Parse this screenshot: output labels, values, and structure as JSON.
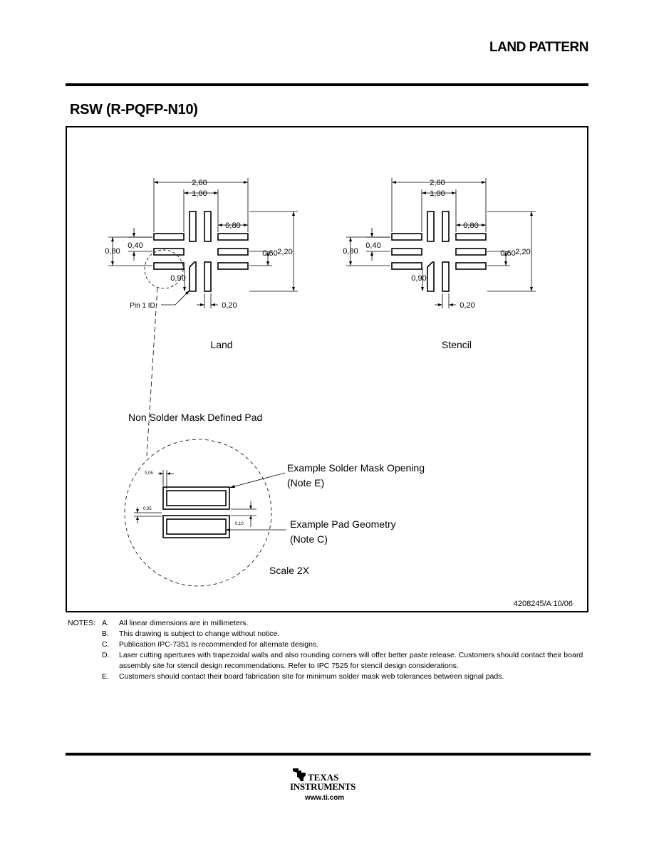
{
  "header": {
    "title": "LAND PATTERN"
  },
  "package": {
    "title": "RSW (R-PQFP-N10)"
  },
  "land": {
    "caption": "Land",
    "dim_overall_width": "2,60",
    "dim_inner_width": "1,00",
    "dim_pad_length": "0,80",
    "dim_pitch_left": "0,80",
    "dim_pitch_small": "0,40",
    "dim_right_pitch": "0,60",
    "dim_overall_height": "2,20",
    "dim_corner": "0,90",
    "dim_pad_width": "0,20",
    "pin1_label": "Pin 1 ID"
  },
  "stencil": {
    "caption": "Stencil",
    "dim_overall_width": "2,60",
    "dim_inner_width": "1,00",
    "dim_pad_length": "0,80",
    "dim_pitch_left": "0,80",
    "dim_pitch_small": "0,40",
    "dim_right_pitch": "0,60",
    "dim_overall_height": "2,20",
    "dim_corner": "0,90",
    "dim_pad_width": "0,20"
  },
  "detail": {
    "title": "Non Solder Mask Defined Pad",
    "mask_label_1": "Example Solder Mask Opening",
    "mask_label_2": "(Note E)",
    "pad_label_1": "Example Pad Geometry",
    "pad_label_2": "(Note C)",
    "scale": "Scale 2X",
    "dim_a": "0,05",
    "dim_b": "0,05",
    "dim_c": "0,10"
  },
  "drawing_number": "4208245/A 10/06",
  "notes": {
    "heading": "NOTES:",
    "items": [
      {
        "letter": "A.",
        "text": "All linear dimensions are in millimeters."
      },
      {
        "letter": "B.",
        "text": "This drawing is subject to change without notice."
      },
      {
        "letter": "C.",
        "text": "Publication IPC-7351 is recommended for alternate designs."
      },
      {
        "letter": "D.",
        "text": "Laser cutting apertures with trapezoidal walls and also rounding corners will offer better paste release.  Customers should contact their board assembly site for stencil design recommendations.  Refer to IPC 7525 for stencil design considerations."
      },
      {
        "letter": "E.",
        "text": "Customers should contact their board fabrication site for minimum solder mask web tolerances between signal pads."
      }
    ]
  },
  "footer": {
    "brand_line1": "TEXAS",
    "brand_line2": "INSTRUMENTS",
    "website": "www.ti.com"
  }
}
